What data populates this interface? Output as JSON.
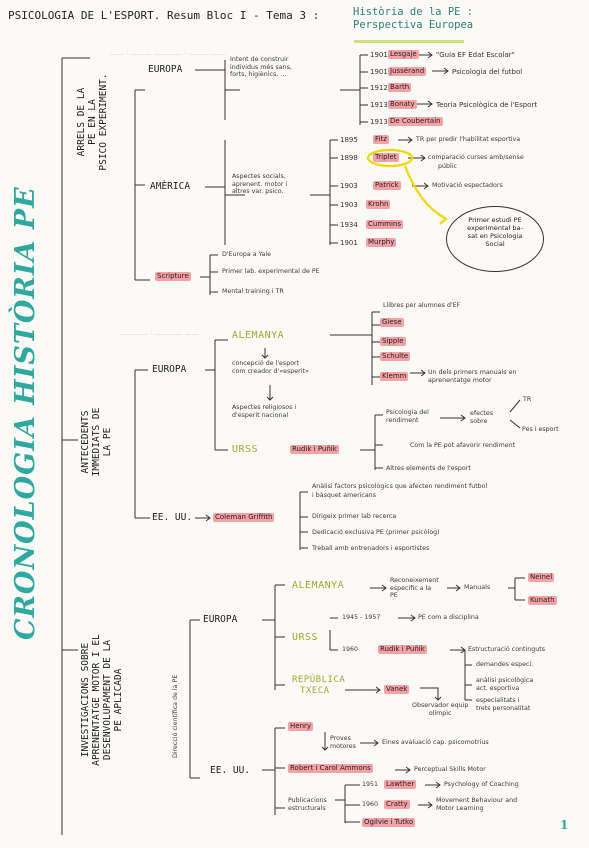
{
  "header": {
    "title": "PSICOLOGIA DE L'ESPORT. Resum Bloc I - Tema 3 :",
    "subtitle_line1": "Història de la PE :",
    "subtitle_line2": "Perspectiva Europea"
  },
  "main_title": "CRONOLOGIA HISTÒRIA PE",
  "sections": {
    "arrels": {
      "title_lines": [
        "ARRELS DE LA",
        "PE EN LA",
        "PSICO EXPERIMENT."
      ],
      "europa": {
        "label": "EUROPA",
        "note": [
          "Intent de construir",
          "individus més sans,",
          "forts, higiènics, ..."
        ],
        "items": [
          {
            "year": "1901",
            "name": "Lesgaje",
            "desc": "\"Guia EF Edat Escolar\""
          },
          {
            "year": "1901",
            "name": "Jussérand",
            "desc": "Psicologia del futbol"
          },
          {
            "year": "1912",
            "name": "Barth",
            "desc": ""
          },
          {
            "year": "1913",
            "name": "Bonaty",
            "desc": "Teoria Psicològica de l'Esport"
          },
          {
            "year": "1913",
            "name": "De Coubertain",
            "desc": ""
          }
        ]
      },
      "america": {
        "label": "AMÈRICA",
        "note": [
          "Aspectes socials,",
          "aprenent. motor i",
          "altres var. psico."
        ],
        "items": [
          {
            "year": "1895",
            "name": "Fitz",
            "desc": "TR per predir l'habilitat esportiva"
          },
          {
            "year": "1898",
            "name": "Triplet",
            "desc": "comparació curses amb/sense"
          },
          {
            "year": "1903",
            "name": "Patrick",
            "desc": "Motivació espectadors"
          },
          {
            "year": "1903",
            "name": "Krohn",
            "desc": ""
          },
          {
            "year": "1934",
            "name": "Cummins",
            "desc": ""
          },
          {
            "year": "1901",
            "name": "Murphy",
            "desc": ""
          }
        ],
        "triplet_extra": "públic",
        "bubble": [
          "Primer estudi PE",
          "experimental ba-",
          "sat en Psicologia",
          "Social"
        ]
      },
      "scripture": {
        "label": "Scripture",
        "items": [
          "D'Europa a Yale",
          "Primer lab. experimental de PE",
          "Mental training i TR"
        ]
      }
    },
    "antecedents": {
      "title_lines": [
        "ANTECEDENTS",
        "IMMEDIATS DE",
        "LA PE"
      ],
      "europa": "EUROPA",
      "alemanya": {
        "label": "ALEMANYA",
        "note1": [
          "concepció de l'esport",
          "com creador d'«esperit»"
        ],
        "note2": [
          "Aspectes religiosos i",
          "d'esperit nacional"
        ],
        "top_note": "Llibres per alumnes d'EF",
        "names": [
          "Giese",
          "Sipple",
          "Schulte",
          "Klemm"
        ],
        "klemm_desc": [
          "Un dels primers manuals en",
          "aprenentatge motor"
        ]
      },
      "urss": {
        "label": "URSS",
        "names": "Rudik i Puñik",
        "items": [
          "Psicologia del",
          "rendiment"
        ],
        "effects": [
          "efectes",
          "sobre"
        ],
        "tr": "TR",
        "pes": "Pes i esport",
        "relation": "Com la PE pot afavorir rendiment",
        "other": "Altres elements de l'esport"
      },
      "eeuu": {
        "label": "EE. UU.",
        "name": "Coleman Griffith",
        "items": [
          "Anàlisi factors psicològics que afecten rendiment futbol",
          "i bàsquet americans",
          "Dirigeix primer lab recerca",
          "Dedicació exclusiva PE (primer psicòlog)",
          "Treball amb entrenadors i esportistes"
        ]
      }
    },
    "investigacions": {
      "title_lines": [
        "INVESTIGACIONS SOBRE",
        "APRENENTATGE MOTOR I EL",
        "DESENVOLUPAMENT DE LA",
        "PE APLICADA"
      ],
      "direction_note": "Direcció científica de la PE",
      "europa": "EUROPA",
      "alemanya": {
        "label": "ALEMANYA",
        "note": [
          "Reconeixement",
          "específic a la",
          "PE"
        ],
        "manuals": "Manuals",
        "names": [
          "Neinel",
          "Kunath"
        ]
      },
      "urss": {
        "label": "URSS",
        "years": "1945 - 1957",
        "years_desc": "PE com a disciplina",
        "year2": "1960",
        "names": "Rudik i Puñik",
        "desc": "Estructuració continguts"
      },
      "txeca": {
        "label_line1": "REPÚBLICA",
        "label_line2": "TXECA",
        "name": "Vanek",
        "note": [
          "Observador equip",
          "olímpic"
        ],
        "items": [
          "demandes especí.",
          "anàlisi psicològica",
          "act. esportiva",
          "especialitats i",
          "trets personalitat"
        ]
      },
      "eeuu": {
        "label": "EE. UU.",
        "henry": "Henry",
        "henry_note": [
          "Proves",
          "motores"
        ],
        "henry_desc": "Eines avaluació cap. psicomotrius",
        "robert": "Robert i Carol Ammons",
        "robert_desc": "Perceptual Skills Motor",
        "pubs": [
          "Publicacions",
          "estructurals"
        ],
        "items": [
          {
            "year": "1951",
            "name": "Lawther",
            "desc": "Psychology of Coaching"
          },
          {
            "year": "1960",
            "name": "Cratty",
            "desc": "Movement Behaviour and Motor Learning"
          },
          {
            "year": "",
            "name": "Ogilvie i Tutko",
            "desc": ""
          }
        ],
        "pubs_desc_line2": "Motor Learning"
      }
    }
  },
  "page_number": "1",
  "colors": {
    "highlight": "#f6a1a6",
    "accent_teal": "#2fa8a0",
    "accent_green": "#9aab34",
    "arrow_yellow": "#f2d600"
  }
}
